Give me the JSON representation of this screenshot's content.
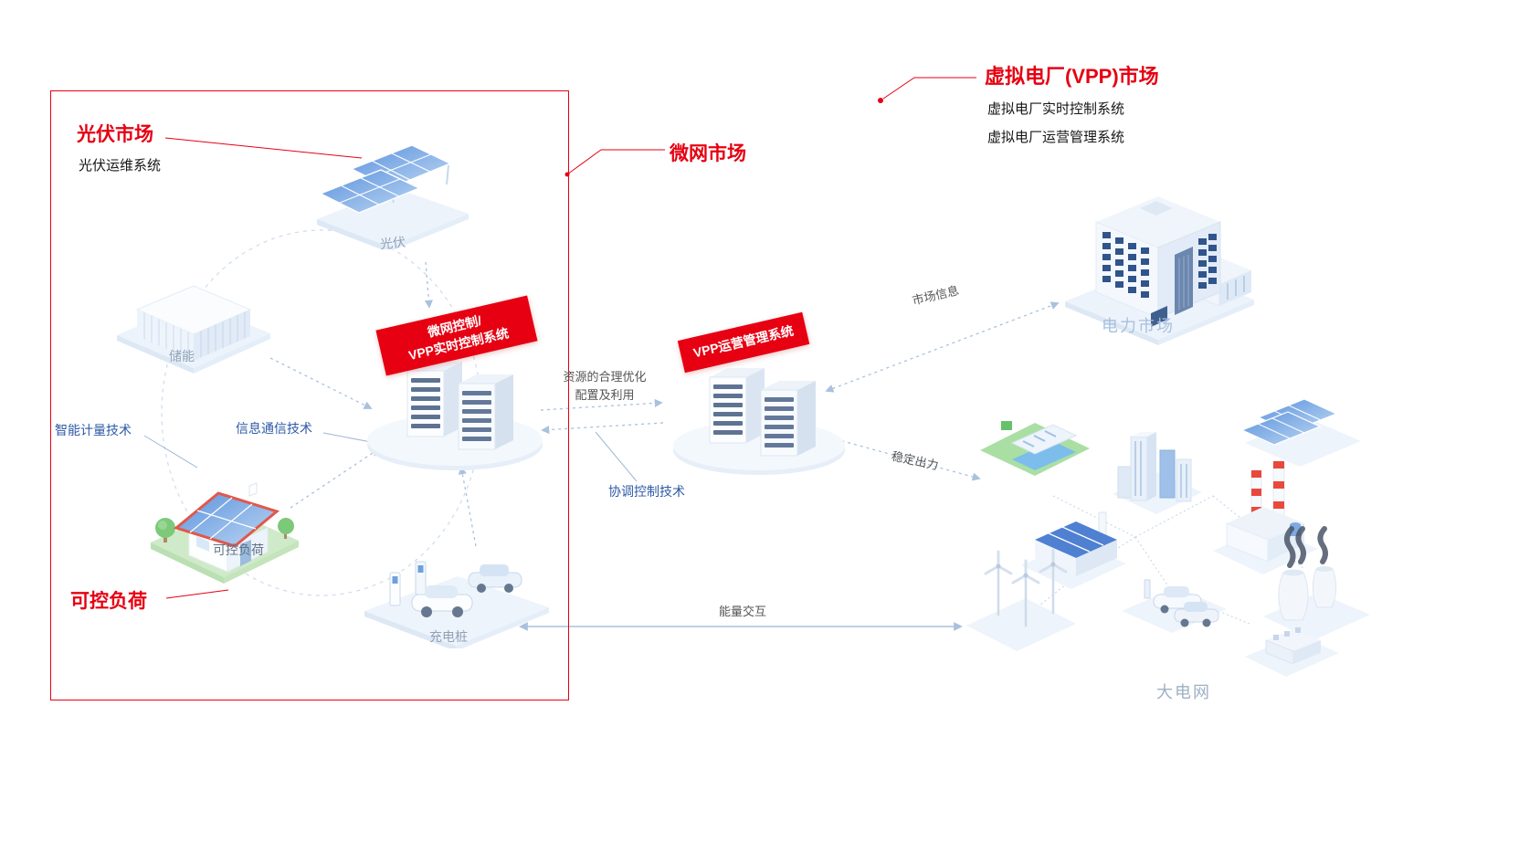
{
  "colors": {
    "accent_red": "#e60012",
    "label_blue": "#2e5aa6",
    "soft_label": "#8fa1b8",
    "arrow": "#a9c1dc"
  },
  "microgrid": {
    "market_label": "微网市场",
    "pv_market_title": "光伏市场",
    "pv_om_system": "光伏运维系统",
    "pv_label": "光伏",
    "storage_label": "储能",
    "smart_metering_label": "智能计量技术",
    "ict_label": "信息通信技术",
    "house_base_label": "可控负荷",
    "controllable_load_title": "可控负荷",
    "control_banner_line1": "微网控制/",
    "control_banner_line2": "VPP实时控制系统",
    "charging_label": "充电桩"
  },
  "vpp": {
    "market_title": "虚拟电厂(VPP)市场",
    "realtime_system": "虚拟电厂实时控制系统",
    "operation_system": "虚拟电厂运营管理系统",
    "banner": "VPP运营管理系统"
  },
  "links": {
    "resource_line1": "资源的合理优化",
    "resource_line2": "配置及利用",
    "coordination_label": "协调控制技术",
    "market_info_label": "市场信息",
    "stable_output_label": "稳定出力",
    "energy_exchange_label": "能量交互"
  },
  "right": {
    "power_market_label": "电力市场",
    "grid_label": "大电网"
  }
}
